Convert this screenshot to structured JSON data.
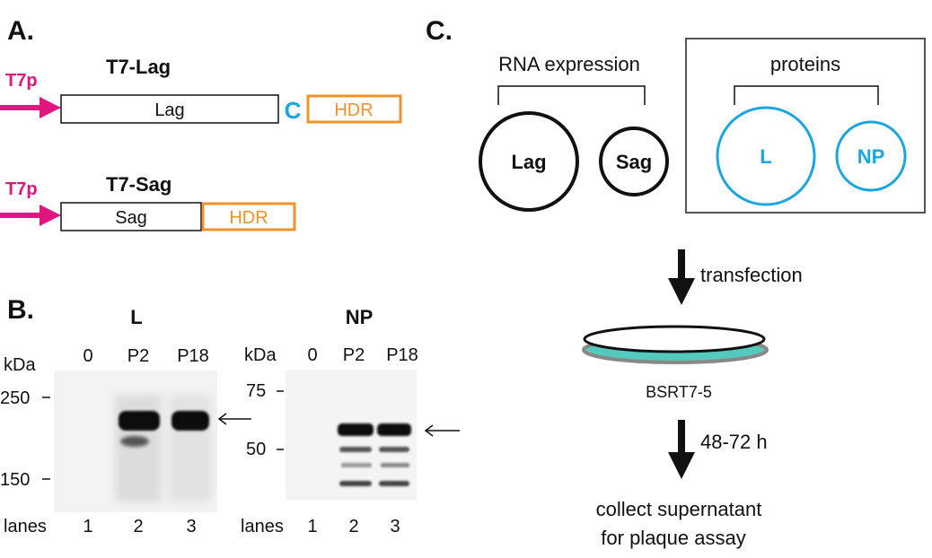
{
  "colors": {
    "t7p": "#e0157f",
    "cap": "#1aa6e0",
    "hdr": "#f0922b",
    "protein": "#1aa6e0",
    "dish_fill": "#55c9bd",
    "ink": "#111111"
  },
  "panel_a": {
    "label": "A.",
    "construct1": {
      "promoter": "T7p",
      "name": "T7-Lag",
      "segment": "Lag",
      "cap": "C",
      "hdr": "HDR"
    },
    "construct2": {
      "promoter": "T7p",
      "name": "T7-Sag",
      "segment": "Sag",
      "hdr": "HDR"
    }
  },
  "panel_b": {
    "label": "B.",
    "blot_l": {
      "title": "L",
      "kda_label": "kDa",
      "lanes": [
        "0",
        "P2",
        "P18"
      ],
      "markers": [
        "250",
        "150"
      ],
      "lanes_label": "lanes",
      "lane_numbers": [
        "1",
        "2",
        "3"
      ]
    },
    "blot_np": {
      "title": "NP",
      "kda_label": "kDa",
      "lanes": [
        "0",
        "P2",
        "P18"
      ],
      "markers": [
        "75",
        "50"
      ],
      "lanes_label": "lanes",
      "lane_numbers": [
        "1",
        "2",
        "3"
      ]
    }
  },
  "panel_c": {
    "label": "C.",
    "rna_label": "RNA expression",
    "rna_items": [
      "Lag",
      "Sag"
    ],
    "protein_label": "proteins",
    "protein_items": [
      "L",
      "NP"
    ],
    "step1": "transfection",
    "cells": "BSRT7-5",
    "step2": "48-72 h",
    "result_line1": "collect supernatant",
    "result_line2": "for plaque assay"
  }
}
